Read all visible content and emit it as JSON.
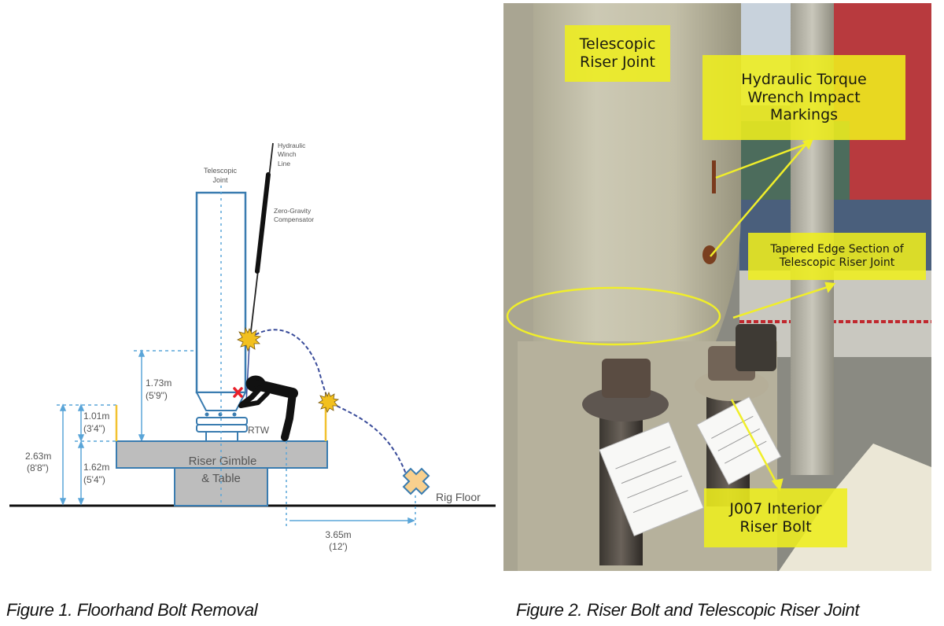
{
  "figure1": {
    "caption": "Figure 1. Floorhand Bolt Removal",
    "labels": {
      "telescopic_joint_line1": "Telescopic",
      "telescopic_joint_line2": "Joint",
      "winch_line1": "Hydraulic",
      "winch_line2": "Winch",
      "winch_line3": "Line",
      "compensator_line1": "Zero-Gravity",
      "compensator_line2": "Compensator",
      "rtw": "RTW",
      "gimble_line1": "Riser Gimble",
      "gimble_line2": "& Table",
      "rig_floor": "Rig Floor"
    },
    "dimensions": {
      "total_height_m": "2.63m",
      "total_height_ft": "(8'8\")",
      "upper_height_m": "1.01m",
      "upper_height_ft": "(3'4\")",
      "lower_height_m": "1.62m",
      "lower_height_ft": "(5'4\")",
      "joint_height_m": "1.73m",
      "joint_height_ft": "(5'9\")",
      "fall_distance_m": "3.65m",
      "fall_distance_ft": "(12')"
    },
    "colors": {
      "outline_blue": "#3a7cb0",
      "dimension_blue": "#5aa5d8",
      "table_gray": "#bdbdbd",
      "impact_yellow": "#f2c01e",
      "rail_yellow": "#f2c230",
      "trajectory_navy": "#3a4c9a",
      "marker_peach": "#f8d08e",
      "pinch_red": "#e8202a"
    }
  },
  "figure2": {
    "caption": "Figure 2. Riser Bolt and Telescopic Riser Joint",
    "annotations": {
      "telescopic_line1": "Telescopic",
      "telescopic_line2": "Riser Joint",
      "impact_line1": "Hydraulic Torque",
      "impact_line2": "Wrench Impact",
      "impact_line3": "Markings",
      "tapered_line1": "Tapered Edge Section of",
      "tapered_line2": "Telescopic Riser Joint",
      "bolt_line1": "J007 Interior",
      "bolt_line2": "Riser Bolt"
    },
    "colors": {
      "label_yellow": "#eeee1e",
      "arrow_yellow": "#f0ee2a"
    }
  }
}
